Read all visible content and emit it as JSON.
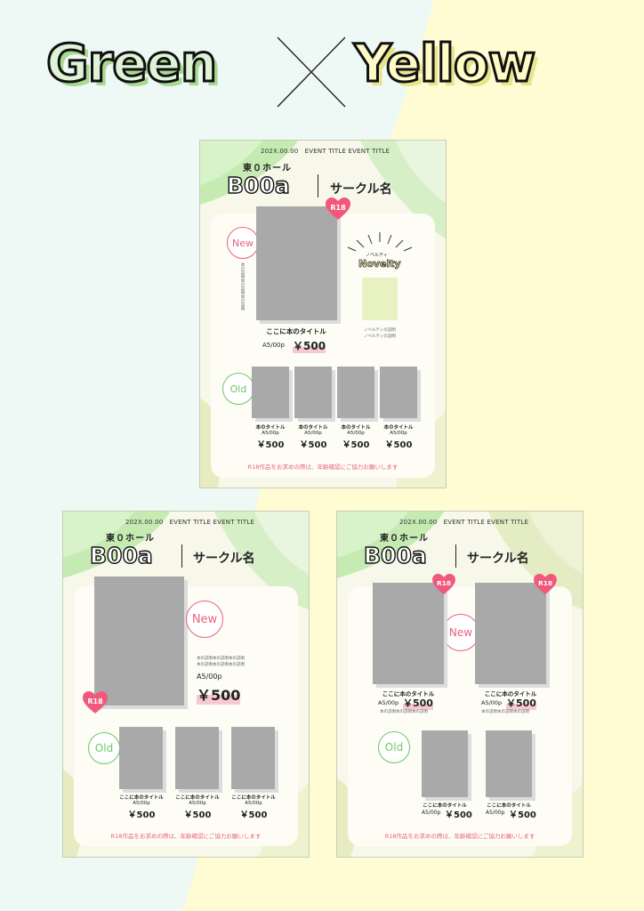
{
  "header": {
    "green": "Green",
    "yellow": "Yellow"
  },
  "colors": {
    "accent_pink": "#e8607e",
    "accent_green": "#6cc763",
    "placeholder": "#a9a9a9",
    "green_soft": "#c5ebb2",
    "yellow_soft": "#fffcd4"
  },
  "card": {
    "event": "202X.00.00　EVENT TITLE EVENT TITLE",
    "hall": "東０ホール",
    "space": "B00a",
    "circle": "サークル名",
    "notice": "R18作品をお求めの際は、年齢確認にご協力お願いします"
  },
  "badges": {
    "new": "New",
    "old": "Old",
    "r18": "R18"
  },
  "book": {
    "title": "ここに本のタイトル",
    "short_title": "本のタイトル",
    "spec": "A5/00p",
    "price": "￥500"
  },
  "novelty": {
    "label_ja": "ノベルティ",
    "label_en": "Novelty",
    "desc1": "ノベルティの説明",
    "desc2": "ノベルティの説明"
  },
  "desc": {
    "line": "本の説明本の説明本の説明"
  }
}
